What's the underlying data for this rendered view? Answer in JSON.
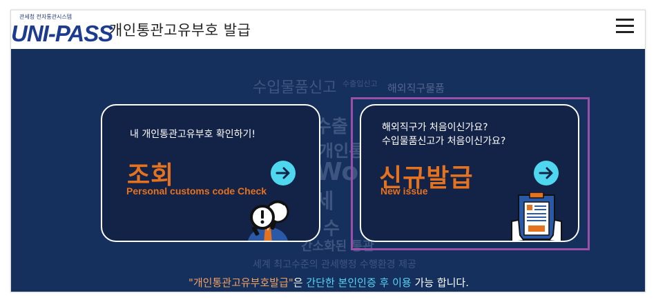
{
  "header": {
    "logo_tagline": "관세청 전자통관시스템",
    "logo_text": "UNI-PASS",
    "title": "개인통관고유부호 발급"
  },
  "background_words": [
    "수입물품신고",
    "수출입신고",
    "해외직구물품",
    "수출",
    "개인통관",
    "Word",
    "세",
    "수",
    "간소화된 통관",
    "세계 최고수준의 관세행정 수행환경 제공"
  ],
  "cards": {
    "lookup": {
      "description": "내 개인통관고유부호 확인하기!",
      "title": "조회",
      "subtitle": "Personal customs code Check"
    },
    "new_issue": {
      "description_line1": "해외직구가 처음이신가요?",
      "description_line2": "수입물품신고가 처음이신가요?",
      "title": "신규발급",
      "subtitle": "New issue"
    }
  },
  "notice": {
    "quoted": "\"개인통관고유부호발급\"",
    "part1": "은 ",
    "cyan": "간단한 본인인증 후 이용",
    "part2": " 가능 합니다."
  },
  "colors": {
    "accent_orange": "#e5721f",
    "arrow_cyan": "#4fd7f0",
    "background_navy": "#16305e",
    "highlight_purple": "#9b4fa8"
  },
  "icons": {
    "menu": "hamburger-menu-icon",
    "arrow": "arrow-right-icon",
    "lookup_illustration": "magnifier-person-icon",
    "new_issue_illustration": "clipboard-document-icon"
  }
}
